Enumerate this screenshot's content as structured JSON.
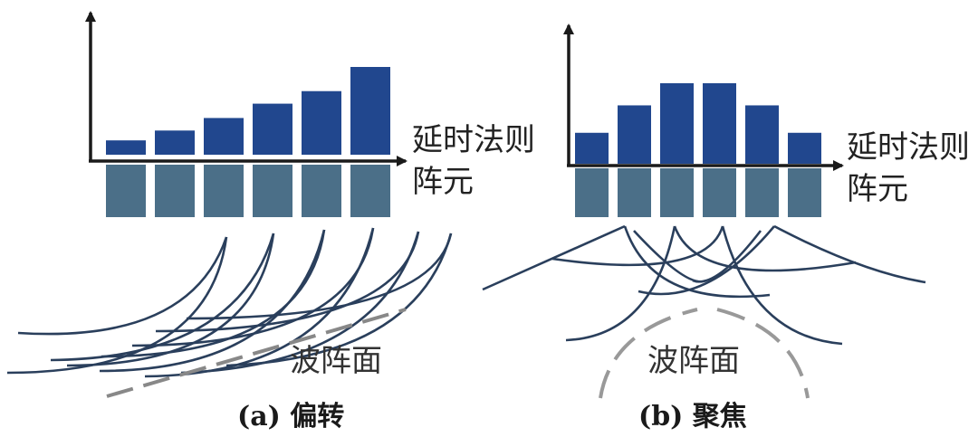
{
  "colors": {
    "bar": "#21478e",
    "element": "#4b6f88",
    "wave": "#2a3f5c",
    "wavefront": "#888888",
    "axis": "#1a1a1a"
  },
  "panel_a": {
    "delay_label": "延时法则",
    "element_label": "阵元",
    "wavefront_label": "波阵面",
    "caption": "(a) 偏转",
    "delays": [
      16,
      27,
      41,
      57,
      71,
      98
    ]
  },
  "panel_b": {
    "delay_label": "延时法则",
    "element_label": "阵元",
    "wavefront_label": "波阵面",
    "caption": "(b) 聚焦",
    "delays": [
      35,
      66,
      91,
      91,
      66,
      35
    ]
  }
}
